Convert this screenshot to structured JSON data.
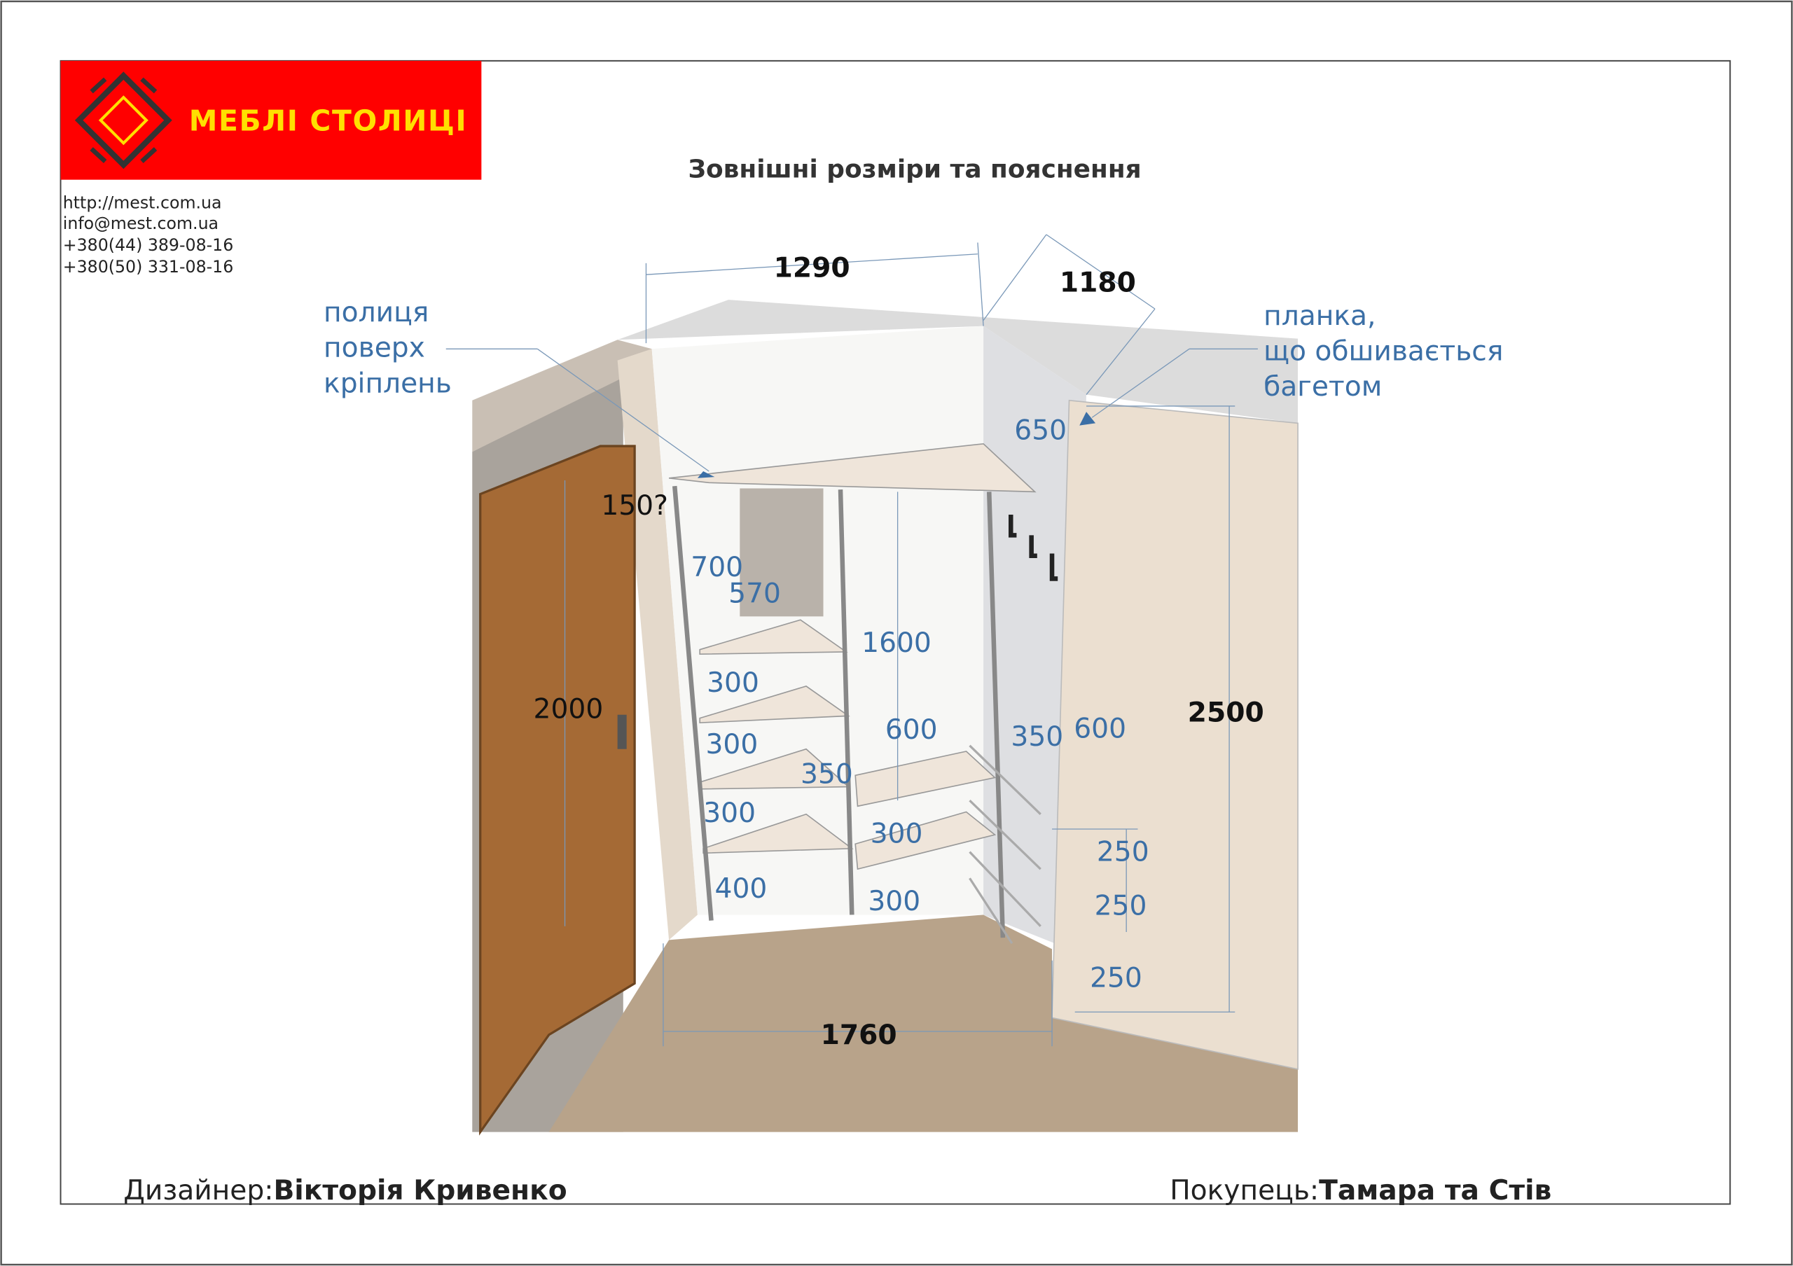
{
  "brand": {
    "name": "МЕБЛІ СТОЛИЦІ",
    "red": "#ff0000",
    "yellow": "#ffe000"
  },
  "contacts": [
    "http://mest.com.ua",
    "info@mest.com.ua",
    "+380(44)   389-08-16",
    "+380(50)   331-08-16"
  ],
  "title": "Зовнішні розміри та пояснення",
  "annotations": {
    "shelf_note": [
      "полиця",
      "поверх",
      "кріплень"
    ],
    "plank_note": [
      "планка,",
      "що обшивається",
      "багетом"
    ]
  },
  "dimensions": {
    "width_top": "1290",
    "depth_top": "1180",
    "d650": "650",
    "d150": "150?",
    "d700": "700",
    "d570": "570",
    "d1600": "1600",
    "d300a": "300",
    "d300b": "300",
    "d600a": "600",
    "d350a": "350",
    "d600b": "600",
    "d2000": "2000",
    "d2500": "2500",
    "d350b": "350",
    "d300c": "300",
    "d300d": "300",
    "d250a": "250",
    "d400": "400",
    "d300e": "300",
    "d250b": "250",
    "d250c": "250",
    "width_bottom": "1760"
  },
  "footer": {
    "designer_label": "Дизайнер:",
    "designer_name": "Вікторія Кривенко",
    "customer_label": "Покупець:",
    "customer_name": "Тамара та Стів"
  }
}
